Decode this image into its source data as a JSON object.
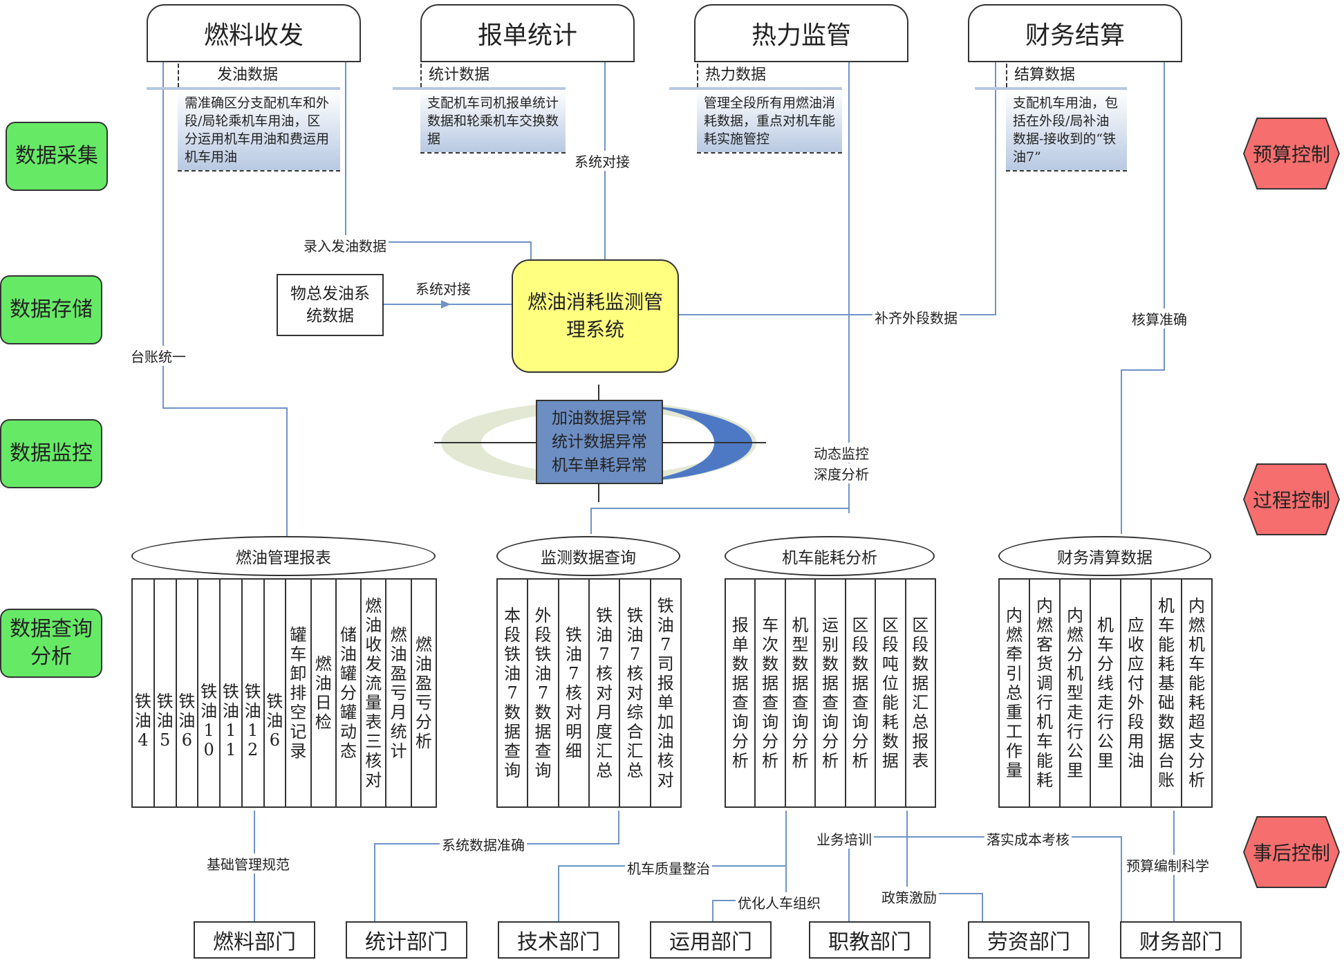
{
  "top_boxes": [
    {
      "title": "燃料收发",
      "label": "发油数据",
      "text": "需准确区分支配机车和外段/局轮乘机车用油，区分运用机车用油和费运用机车用油"
    },
    {
      "title": "报单统计",
      "label": "统计数据",
      "text": "支配机车司机报单统计数据和轮乘机车交换数据"
    },
    {
      "title": "热力监管",
      "label": "热力数据",
      "text": "管理全段所有用燃油消耗数据，重点对机车能耗实施管控"
    },
    {
      "title": "财务结算",
      "label": "结算数据",
      "text": "支配机车用油，包括在外段/局补油数据-接收到的“铁油7”"
    }
  ],
  "left_labels": [
    "数据采集",
    "数据存储",
    "数据监控",
    "数据查询分析"
  ],
  "right_labels": [
    "预算控制",
    "过程控制",
    "事后控制"
  ],
  "center_system": "燃油消耗监测管理系统",
  "wuzong_box": "物总发油系统数据",
  "alert_box": [
    "加油数据异常",
    "统计数据异常",
    "机车单耗异常"
  ],
  "edge_labels": {
    "system_link_top": "系统对接",
    "enter_oil": "录入发油数据",
    "system_link_left": "系统对接",
    "ledger_unify": "台账统一",
    "supplement": "补齐外段数据",
    "accounting": "核算准确",
    "dynamic_monitor": "动态监控",
    "deep_analysis": "深度分析",
    "basic_mgmt": "基础管理规范",
    "sys_data_accurate": "系统数据准确",
    "quality_fix": "机车质量整治",
    "optimize_crew": "优化人车组织",
    "training": "业务培训",
    "cost_check": "落实成本考核",
    "policy_incentive": "政策激励",
    "budget_science": "预算编制科学"
  },
  "report_groups": [
    {
      "title": "燃油管理报表",
      "items": [
        "铁油4",
        "铁油5",
        "铁油6",
        "铁油10",
        "铁油11",
        "铁油12",
        "铁油6",
        "罐车卸排空记录",
        "燃油日检",
        "储油罐分罐动态",
        "燃油收发流量表三核对",
        "燃油盈亏月统计",
        "燃油盈亏分析"
      ]
    },
    {
      "title": "监测数据查询",
      "items": [
        "本段铁油7数据查询",
        "外段铁油7数据查询",
        "铁油7核对明细",
        "铁油7核对月度汇总",
        "铁油7核对综合汇总",
        "铁油7司报单加油核对"
      ]
    },
    {
      "title": "机车能耗分析",
      "items": [
        "报单数据查询分析",
        "车次数据查询分析",
        "机型数据查询分析",
        "运别数据查询分析",
        "区段数据查询分析",
        "区段吨位能耗数据",
        "区段数据汇总报表"
      ]
    },
    {
      "title": "财务清算数据",
      "items": [
        "内燃牵引总重工作量",
        "内燃客货调行机车能耗",
        "内燃分机型走行公里",
        "机车分线走行公里",
        "应收应付外段用油",
        "机车能耗基础数据台账",
        "内燃机车能耗超支分析"
      ]
    }
  ],
  "departments": [
    "燃料部门",
    "统计部门",
    "技术部门",
    "运用部门",
    "职教部门",
    "劳资部门",
    "财务部门"
  ],
  "colors": {
    "green": "#66ea66",
    "red": "#f76e6e",
    "yellow": "#ffff80",
    "blue": "#6d8ec2",
    "line": "#6f93c7"
  }
}
